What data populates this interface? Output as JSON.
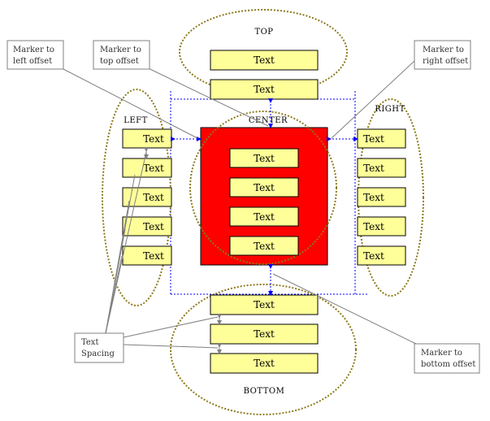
{
  "regions": {
    "top": "TOP",
    "left": "LEFT",
    "center": "CENTER",
    "right": "RIGHT",
    "bottom": "BOTTOM"
  },
  "box_text": "Text",
  "callouts": {
    "left_offset": [
      "Marker to",
      "left offset"
    ],
    "top_offset": [
      "Marker to",
      "top offset"
    ],
    "right_offset": [
      "Marker to",
      "right offset"
    ],
    "text_spacing": [
      "Text",
      "Spacing"
    ],
    "bottom_offset": [
      "Marker to",
      "bottom offset"
    ]
  },
  "colors": {
    "ellipse_stroke": "#8b7a1a",
    "box_fill": "#ffff99",
    "center_fill": "#ff0000",
    "marker_line": "#0000ff",
    "spacing_arrow": "#808080",
    "callout_line": "#808080"
  }
}
